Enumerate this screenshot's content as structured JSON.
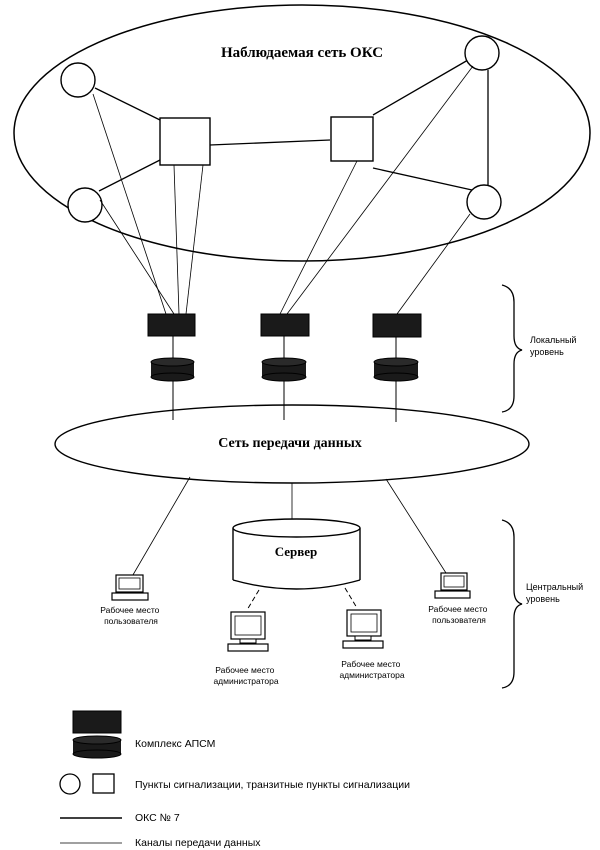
{
  "title_network": "Наблюдаемая сеть ОКС",
  "data_network": "Сеть передачи данных",
  "server_label": "Сервер",
  "level_local": [
    "Локальный",
    "уровень"
  ],
  "level_central": [
    "Центральный",
    "уровень"
  ],
  "workstations": {
    "user_left": [
      "Рабочее место",
      "пользователя"
    ],
    "user_right": [
      "Рабочее место",
      "пользователя"
    ],
    "admin_left": [
      "Рабочее место",
      "администратора"
    ],
    "admin_right": [
      "Рабочее место",
      "администратора"
    ]
  },
  "legend": {
    "complex": "Комплекс АПСМ",
    "points": "Пункты сигнализации, транзитные пункты сигнализации",
    "oks7": "ОКС № 7",
    "channels": "Каналы передачи данных"
  },
  "colors": {
    "ink": "#000000",
    "paper": "#ffffff",
    "device_fill": "#1a1a1a"
  }
}
